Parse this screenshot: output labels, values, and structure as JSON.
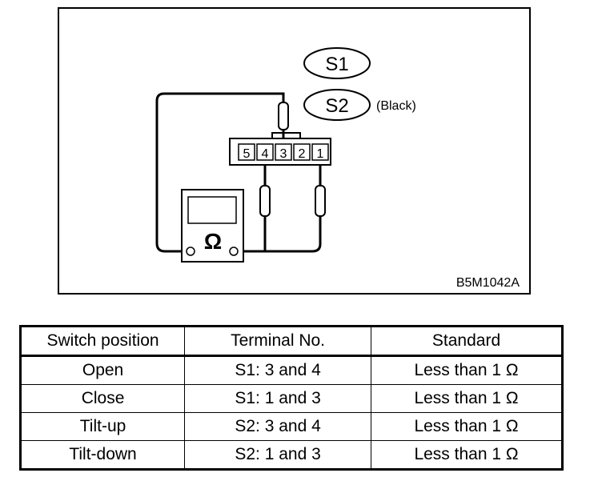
{
  "diagram": {
    "connector_labels": {
      "s1": "S1",
      "s2": "S2",
      "s2_note": "(Black)"
    },
    "terminal_numbers": [
      "5",
      "4",
      "3",
      "2",
      "1"
    ],
    "meter_symbol": "Ω",
    "figure_code": "B5M1042A"
  },
  "table": {
    "headers": [
      "Switch position",
      "Terminal No.",
      "Standard"
    ],
    "rows": [
      [
        "Open",
        "S1: 3 and 4",
        "Less than 1 Ω"
      ],
      [
        "Close",
        "S1: 1 and 3",
        "Less than 1 Ω"
      ],
      [
        "Tilt-up",
        "S2: 3 and 4",
        "Less than 1 Ω"
      ],
      [
        "Tilt-down",
        "S2: 1 and 3",
        "Less than 1 Ω"
      ]
    ]
  }
}
